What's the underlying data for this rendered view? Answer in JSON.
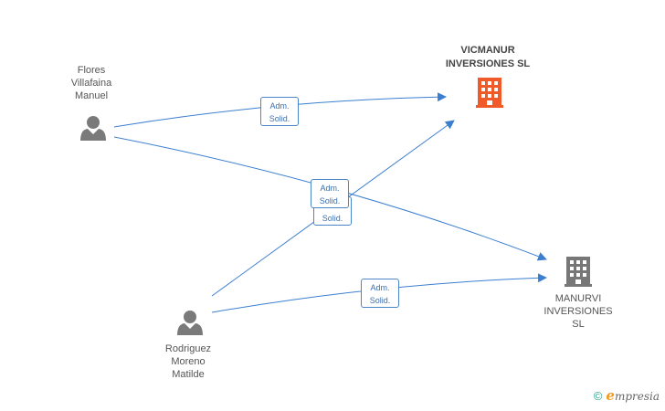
{
  "persons": [
    {
      "name_lines": [
        "Flores",
        "Villafaina",
        "Manuel"
      ],
      "icon": "person-icon"
    },
    {
      "name_lines": [
        "Rodriguez",
        "Moreno",
        "Matilde"
      ],
      "icon": "person-icon"
    }
  ],
  "companies": [
    {
      "name_lines": [
        "VICMANUR",
        "INVERSIONES SL"
      ],
      "icon": "building-icon",
      "color": "#f05a28"
    },
    {
      "name_lines": [
        "MANURVI",
        "INVERSIONES",
        "SL"
      ],
      "icon": "building-icon",
      "color": "#777777"
    }
  ],
  "edges": [
    {
      "label": [
        "Adm.",
        "Solid."
      ]
    },
    {
      "label": [
        "Adm.",
        "Solid."
      ]
    },
    {
      "label": [
        "Adm.",
        "Solid."
      ]
    },
    {
      "label": [
        "Adm.",
        "Solid."
      ]
    }
  ],
  "edge_color": "#3c7fd0",
  "footer": {
    "copyright": "©",
    "brand_e": "e",
    "brand_rest": "mpresia"
  }
}
